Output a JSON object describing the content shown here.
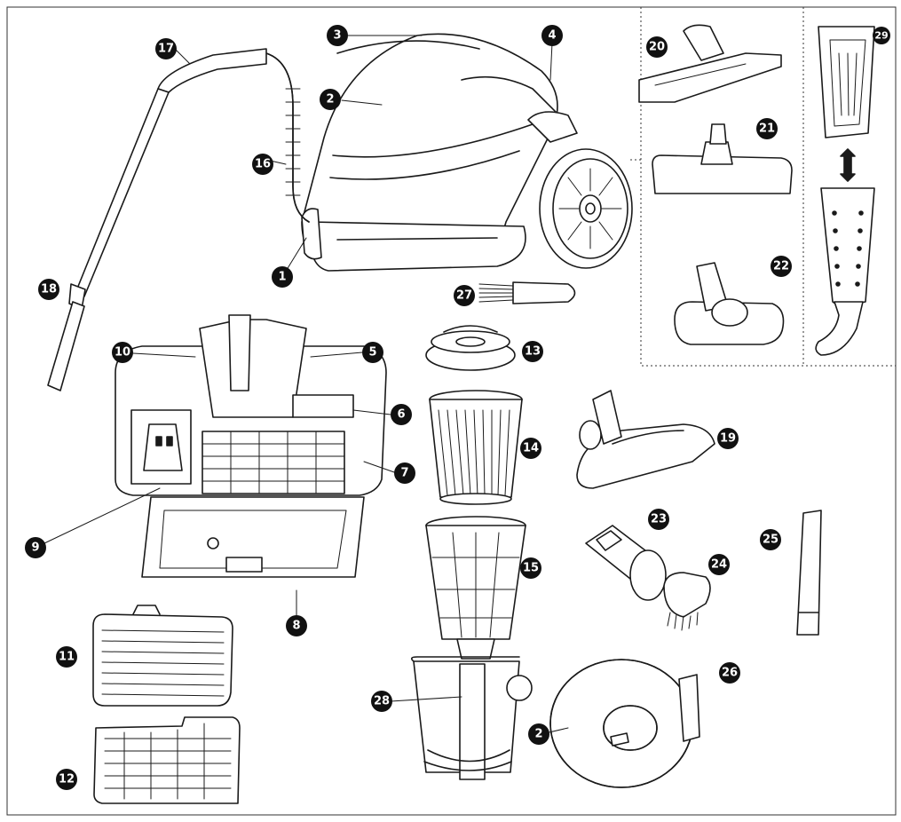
{
  "parts": [
    {
      "id": "p1",
      "label": "1"
    },
    {
      "id": "p2",
      "label": "2"
    },
    {
      "id": "p2b",
      "label": "2"
    },
    {
      "id": "p3",
      "label": "3"
    },
    {
      "id": "p4",
      "label": "4"
    },
    {
      "id": "p5",
      "label": "5"
    },
    {
      "id": "p6",
      "label": "6"
    },
    {
      "id": "p7",
      "label": "7"
    },
    {
      "id": "p8",
      "label": "8"
    },
    {
      "id": "p9",
      "label": "9"
    },
    {
      "id": "p10",
      "label": "10"
    },
    {
      "id": "p11",
      "label": "11"
    },
    {
      "id": "p12",
      "label": "12"
    },
    {
      "id": "p13",
      "label": "13"
    },
    {
      "id": "p14",
      "label": "14"
    },
    {
      "id": "p15",
      "label": "15"
    },
    {
      "id": "p16",
      "label": "16"
    },
    {
      "id": "p17",
      "label": "17"
    },
    {
      "id": "p18",
      "label": "18"
    },
    {
      "id": "p19",
      "label": "19"
    },
    {
      "id": "p20",
      "label": "20"
    },
    {
      "id": "p21",
      "label": "21"
    },
    {
      "id": "p22",
      "label": "22"
    },
    {
      "id": "p23",
      "label": "23"
    },
    {
      "id": "p24",
      "label": "24"
    },
    {
      "id": "p25",
      "label": "25"
    },
    {
      "id": "p26",
      "label": "26"
    },
    {
      "id": "p27",
      "label": "27"
    },
    {
      "id": "p28",
      "label": "28"
    },
    {
      "id": "p29",
      "label": "29"
    }
  ],
  "colors": {
    "line": "#1a1a1a",
    "badge": "#111111",
    "badge_text": "#ffffff"
  }
}
